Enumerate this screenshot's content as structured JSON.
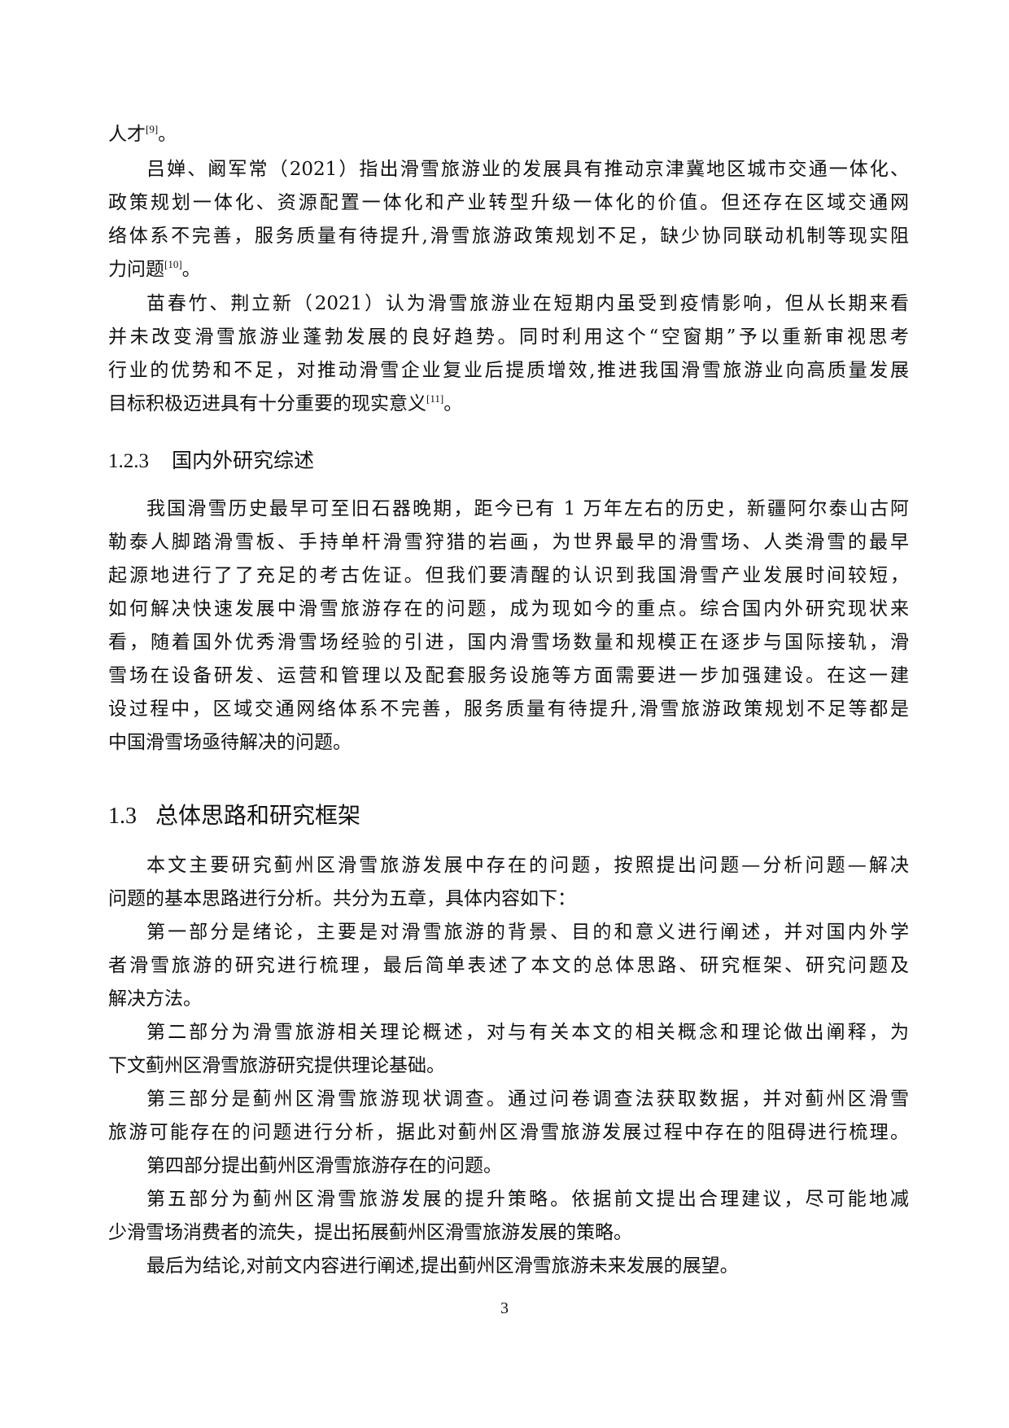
{
  "document": {
    "page_number": "3",
    "paragraphs": [
      {
        "id": "p_cont",
        "lines": [
          "人才",
          "。"
        ],
        "cite": "[9]"
      },
      {
        "id": "p_lv",
        "lines": [
          "吕婵、阚军常（2021）指出滑雪旅游业的发展具有推动京津冀地区城市交通一体化、",
          "政策规划一体化、资源配置一体化和产业转型升级一体化的价值。但还存在区域交通网",
          "络体系不完善，服务质量有待提升,滑雪旅游政策规划不足，缺少协同联动机制等现实阻",
          "力问题"
        ],
        "cite": "[10]",
        "end": "。"
      },
      {
        "id": "p_miao",
        "lines": [
          "苗春竹、荆立新（2021）认为滑雪旅游业在短期内虽受到疫情影响，但从长期来看",
          "并未改变滑雪旅游业蓬勃发展的良好趋势。同时利用这个“空窗期”予以重新审视思考",
          "行业的优势和不足，对推动滑雪企业复业后提质增效,推进我国滑雪旅游业向高质量发展",
          "目标积极迈进具有十分重要的现实意义"
        ],
        "cite": "[11]",
        "end": "。"
      }
    ],
    "section_123": {
      "number": "1.2.3",
      "title": "国内外研究综述",
      "lines": [
        "我国滑雪历史最早可至旧石器晚期，距今已有 1 万年左右的历史，新疆阿尔泰山古阿",
        "勒泰人脚踏滑雪板、手持单杆滑雪狩猎的岩画，为世界最早的滑雪场、人类滑雪的最早",
        "起源地进行了了充足的考古佐证。但我们要清醒的认识到我国滑雪产业发展时间较短，",
        "如何解决快速发展中滑雪旅游存在的问题，成为现如今的重点。综合国内外研究现状来",
        "看，随着国外优秀滑雪场经验的引进，国内滑雪场数量和规模正在逐步与国际接轨，滑",
        "雪场在设备研发、运营和管理以及配套服务设施等方面需要进一步加强建设。在这一建",
        "设过程中，区域交通网络体系不完善，服务质量有待提升,滑雪旅游政策规划不足等都是",
        "中国滑雪场亟待解决的问题。"
      ]
    },
    "section_13": {
      "number": "1.3",
      "title": "总体思路和研究框架",
      "paragraphs": [
        [
          "本文主要研究蓟州区滑雪旅游发展中存在的问题，按照提出问题—分析问题—解决",
          "问题的基本思路进行分析。共分为五章，具体内容如下："
        ],
        [
          "第一部分是绪论，主要是对滑雪旅游的背景、目的和意义进行阐述，并对国内外学",
          "者滑雪旅游的研究进行梳理，最后简单表述了本文的总体思路、研究框架、研究问题及",
          "解决方法。"
        ],
        [
          "第二部分为滑雪旅游相关理论概述，对与有关本文的相关概念和理论做出阐释，为",
          "下文蓟州区滑雪旅游研究提供理论基础。"
        ],
        [
          "第三部分是蓟州区滑雪旅游现状调查。通过问卷调查法获取数据，并对蓟州区滑雪",
          "旅游可能存在的问题进行分析，据此对蓟州区滑雪旅游发展过程中存在的阻碍进行梳理。"
        ],
        [
          "第四部分提出蓟州区滑雪旅游存在的问题。"
        ],
        [
          "第五部分为蓟州区滑雪旅游发展的提升策略。依据前文提出合理建议，尽可能地减",
          "少滑雪场消费者的流失，提出拓展蓟州区滑雪旅游发展的策略。"
        ],
        [
          "最后为结论,对前文内容进行阐述,提出蓟州区滑雪旅游未来发展的展望。"
        ]
      ]
    }
  }
}
